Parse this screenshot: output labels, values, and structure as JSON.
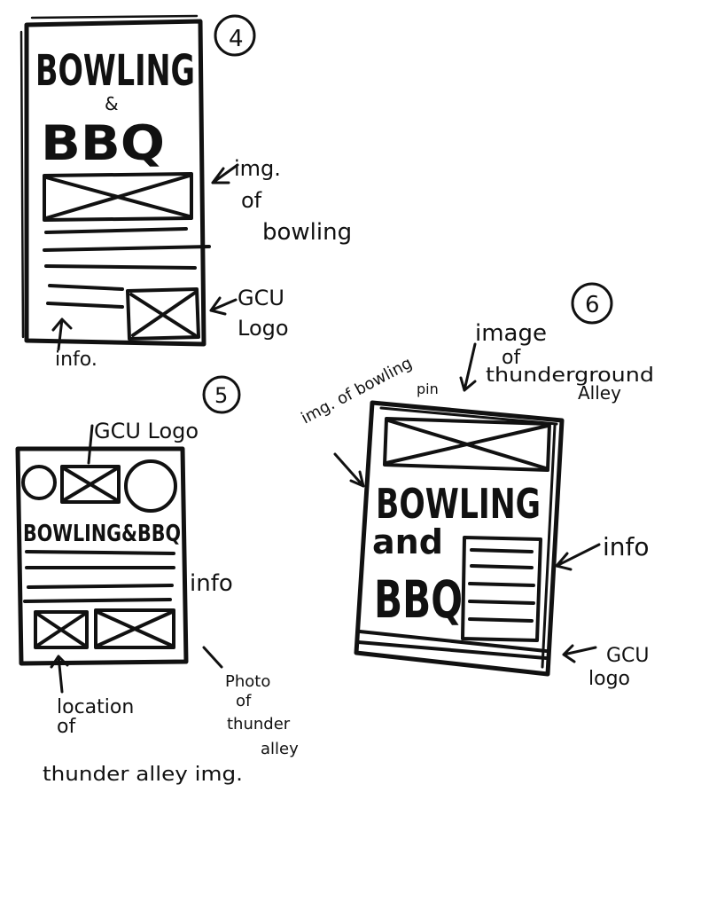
{
  "sketch4": {
    "number": "4",
    "title_line1": "BOWLING",
    "ampersand": "&",
    "title_line2": "BBQ",
    "notes": {
      "img_line1": "img.",
      "img_line2": "of",
      "img_line3": "bowling",
      "logo_line1": "GCU",
      "logo_line2": "Logo",
      "info": "info."
    }
  },
  "sketch5": {
    "number": "5",
    "title": "BOWLING&BBQ",
    "notes": {
      "logo": "GCU Logo",
      "info": "info",
      "location_line1": "location",
      "location_line2": "of",
      "location_line3": "thunder alley img.",
      "photo_line1": "Photo",
      "photo_line2": "of",
      "photo_line3": "thunder",
      "photo_line4": "alley"
    }
  },
  "sketch6": {
    "number": "6",
    "title_line1": "BOWLING",
    "title_line2": "and",
    "title_line3": "BBQ",
    "notes": {
      "img_bowling_line1": "img. of bowling",
      "img_bowling_line2": "pin",
      "img_ta_line1": "image",
      "img_ta_line2": "of",
      "img_ta_line3": "thunderground",
      "img_ta_line4": "Alley",
      "info": "info",
      "logo_line1": "GCU",
      "logo_line2": "logo"
    }
  }
}
